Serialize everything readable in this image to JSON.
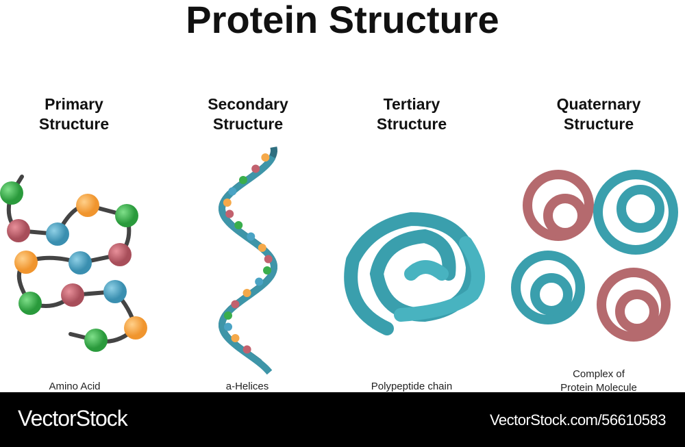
{
  "title": "Protein Structure",
  "sections": [
    {
      "heading_line1": "Primary",
      "heading_line2": "Structure",
      "caption": "Amino Acid"
    },
    {
      "heading_line1": "Secondary",
      "heading_line2": "Structure",
      "caption": "a-Helices"
    },
    {
      "heading_line1": "Tertiary",
      "heading_line2": "Structure",
      "caption": "Polypeptide chain"
    },
    {
      "heading_line1": "Quaternary",
      "heading_line2": "Structure",
      "caption_line1": "Complex of",
      "caption_line2": "Protein Molecule"
    }
  ],
  "footer": {
    "brand": "VectorStock",
    "url": "VectorStock.com/56610583"
  },
  "colors": {
    "teal": "#3a9fad",
    "rose": "#b56a6e",
    "green": "#3aae4c",
    "orange": "#f5a94a",
    "blue": "#4aa3c4",
    "pink": "#c2616e",
    "chain": "#444444"
  }
}
